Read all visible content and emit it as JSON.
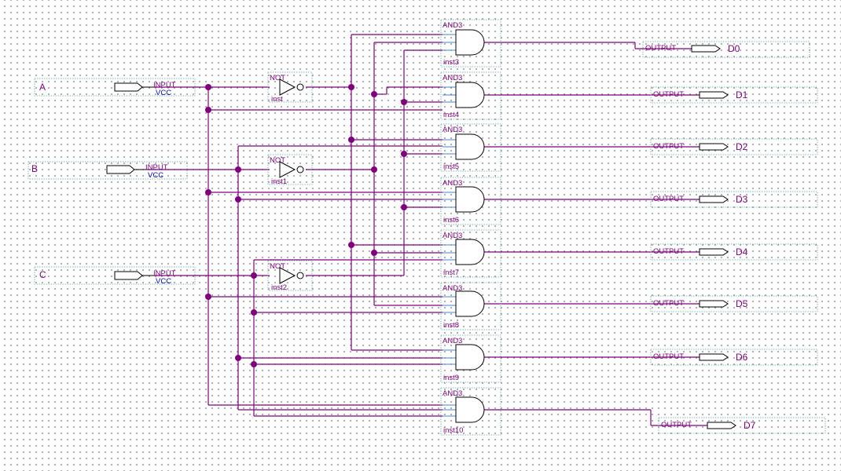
{
  "inputs": [
    {
      "name": "A",
      "type_label": "INPUT",
      "default_label": "VCC"
    },
    {
      "name": "B",
      "type_label": "INPUT",
      "default_label": "VCC"
    },
    {
      "name": "C",
      "type_label": "INPUT",
      "default_label": "VCC"
    }
  ],
  "not_gates": [
    {
      "type_label": "NOT",
      "instance": "inst"
    },
    {
      "type_label": "NOT",
      "instance": "inst1"
    },
    {
      "type_label": "NOT",
      "instance": "inst2"
    }
  ],
  "and_gates": [
    {
      "type_label": "AND3",
      "instance": "inst3"
    },
    {
      "type_label": "AND3",
      "instance": "inst4"
    },
    {
      "type_label": "AND3",
      "instance": "inst5"
    },
    {
      "type_label": "AND3",
      "instance": "inst6"
    },
    {
      "type_label": "AND3",
      "instance": "inst7"
    },
    {
      "type_label": "AND3",
      "instance": "inst8"
    },
    {
      "type_label": "AND3",
      "instance": "inst9"
    },
    {
      "type_label": "AND3",
      "instance": "inst10"
    }
  ],
  "outputs": [
    {
      "name": "D0",
      "type_label": "OUTPUT"
    },
    {
      "name": "D1",
      "type_label": "OUTPUT"
    },
    {
      "name": "D2",
      "type_label": "OUTPUT"
    },
    {
      "name": "D3",
      "type_label": "OUTPUT"
    },
    {
      "name": "D4",
      "type_label": "OUTPUT"
    },
    {
      "name": "D5",
      "type_label": "OUTPUT"
    },
    {
      "name": "D6",
      "type_label": "OUTPUT"
    },
    {
      "name": "D7",
      "type_label": "OUTPUT"
    }
  ],
  "colors": {
    "wire": "#800080",
    "label": "#800080",
    "vcc": "#0000cc",
    "symbol": "#000000",
    "box": "#5aa0a0",
    "pin": "#3d8ad8"
  }
}
